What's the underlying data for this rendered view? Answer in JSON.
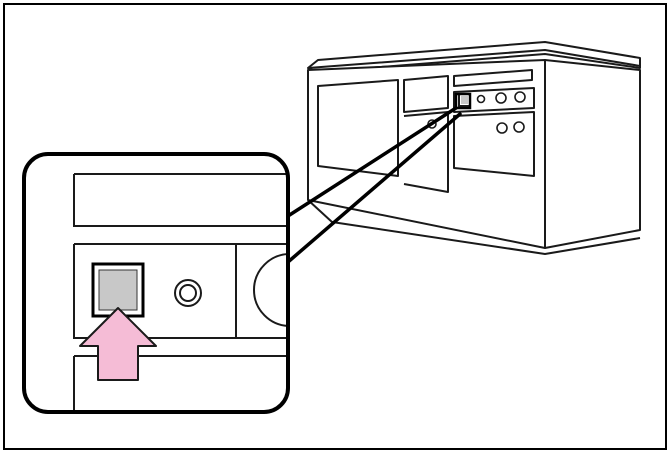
{
  "diagram": {
    "kind": "illustration",
    "caption": "",
    "elements": {
      "cabinet": "enclosure-unit",
      "control_button": "highlighted-switch",
      "callout": "magnified-detail-view",
      "arrow": "press-indicator"
    }
  },
  "colors": {
    "frame": "#000000",
    "line": "#1a1a1a",
    "button_fill": "#c8c8c8",
    "arrow_fill": "#f5bcd6",
    "arrow_stroke": "#1a1a1a",
    "background": "#ffffff"
  }
}
